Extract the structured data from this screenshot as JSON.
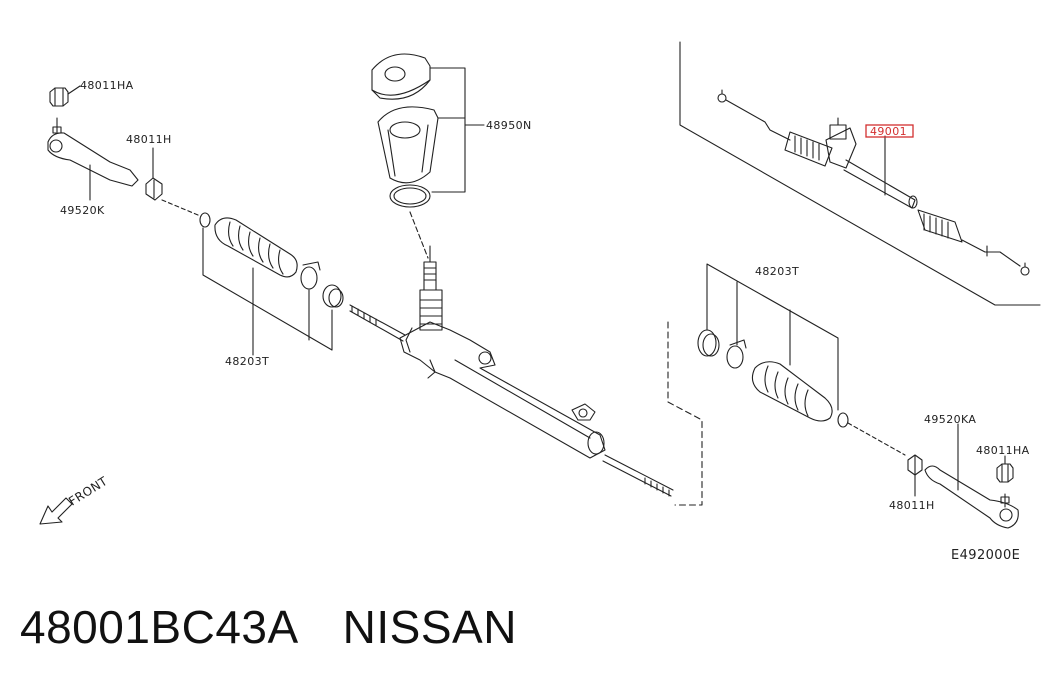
{
  "labels": {
    "nut_left": "48011HA",
    "bushing_left": "48011H",
    "tie_rod_end_left": "49520K",
    "boot_kit_left": "48203T",
    "cover_kit": "48950N",
    "boot_kit_right": "48203T",
    "tie_rod_end_right": "49520KA",
    "nut_right": "48011HA",
    "bushing_right": "48011H",
    "gear_assembly": "49001",
    "diagram_code": "E492000E",
    "front_arrow": "FRONT"
  },
  "highlight_color": "#d32f2f",
  "footer": {
    "part_number": "48001BC43A",
    "brand": "NISSAN"
  }
}
